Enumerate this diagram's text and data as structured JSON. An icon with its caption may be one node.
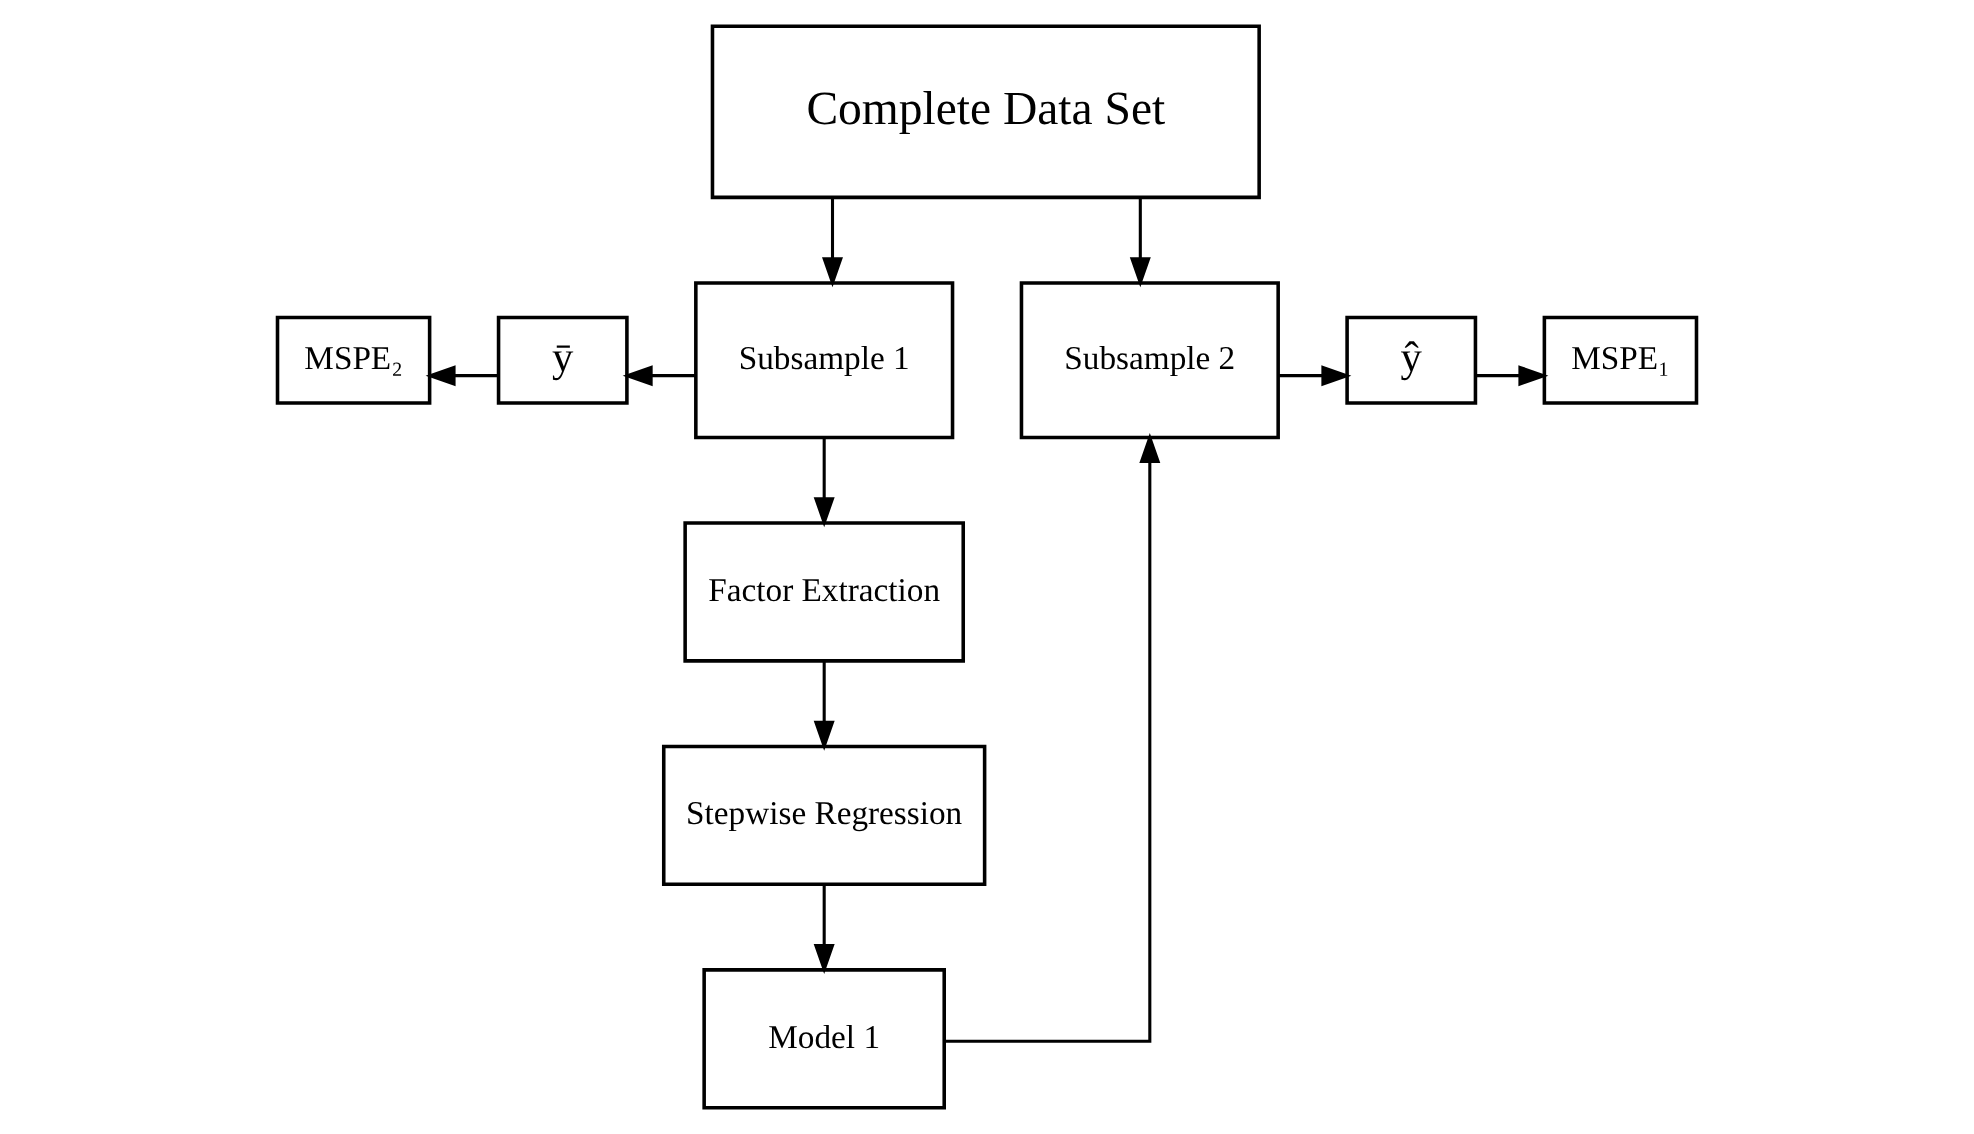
{
  "diagram": {
    "nodes": [
      {
        "text": [
          "Complete Data Set"
        ]
      },
      {
        "text": [
          "MSPE₂"
        ]
      },
      {
        "text": [
          "ȳ"
        ]
      },
      {
        "text": [
          "Subsample 1"
        ]
      },
      {
        "text": [
          "Subsample 2"
        ]
      },
      {
        "text": [
          "ŷ"
        ]
      },
      {
        "text": [
          "MSPE₁"
        ]
      },
      {
        "text": [
          "Factor Extraction"
        ]
      },
      {
        "text": [
          "Stepwise Regression"
        ]
      },
      {
        "text": [
          "Model 1"
        ]
      }
    ],
    "edges": [
      {
        "from": 0,
        "to": 3,
        "arrow": "to"
      },
      {
        "from": 0,
        "to": 4,
        "arrow": "to"
      },
      {
        "from": 3,
        "to": 2,
        "arrow": "to"
      },
      {
        "from": 2,
        "to": 1,
        "arrow": "to"
      },
      {
        "from": 4,
        "to": 5,
        "arrow": "to"
      },
      {
        "from": 5,
        "to": 6,
        "arrow": "to"
      },
      {
        "from": 3,
        "to": 7,
        "arrow": "to"
      },
      {
        "from": 7,
        "to": 8,
        "arrow": "to"
      },
      {
        "from": 8,
        "to": 9,
        "arrow": "to"
      },
      {
        "from": 9,
        "to": 4,
        "arrow": "to"
      }
    ]
  }
}
